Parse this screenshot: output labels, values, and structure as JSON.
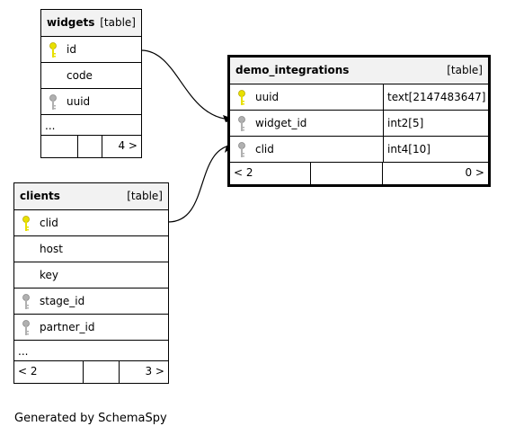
{
  "tables": {
    "widgets": {
      "name": "widgets",
      "kind": "[table]",
      "columns": [
        "id",
        "code",
        "uuid"
      ],
      "ellipsis": "...",
      "footer_left": "",
      "footer_right": "4 >"
    },
    "demo_integrations": {
      "name": "demo_integrations",
      "kind": "[table]",
      "columns": [
        {
          "name": "uuid",
          "type": "text[2147483647]"
        },
        {
          "name": "widget_id",
          "type": "int2[5]"
        },
        {
          "name": "clid",
          "type": "int4[10]"
        }
      ],
      "footer_left": "< 2",
      "footer_right": "0 >"
    },
    "clients": {
      "name": "clients",
      "kind": "[table]",
      "columns": [
        "clid",
        "host",
        "key",
        "stage_id",
        "partner_id"
      ],
      "ellipsis": "...",
      "footer_left": "< 2",
      "footer_right": "3 >"
    }
  },
  "colors": {
    "primary_key": "#e8e000",
    "foreign_key": "#a0a0a0"
  },
  "footer_text": "Generated by SchemaSpy"
}
